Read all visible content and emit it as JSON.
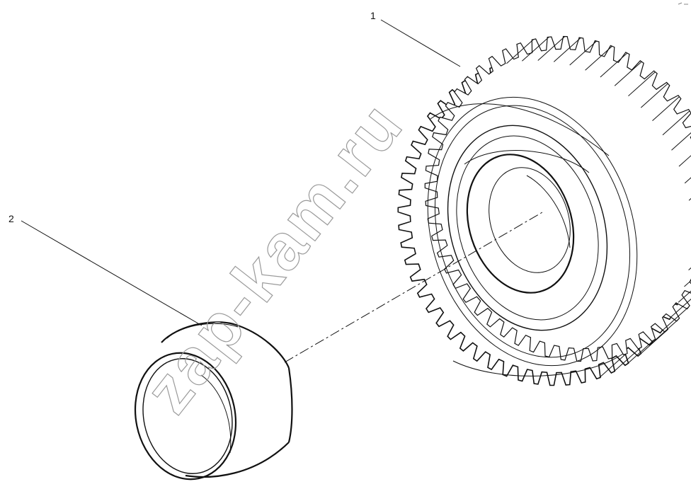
{
  "callouts": {
    "part1_label": "1",
    "part2_label": "2"
  },
  "parts": [
    {
      "number": "1",
      "kind": "gear-icon"
    },
    {
      "number": "2",
      "kind": "bushing-icon"
    }
  ],
  "watermark": {
    "text": "zap-kam.ru"
  },
  "colors": {
    "line": "#111111",
    "watermark": "#9a9a9a",
    "background": "#ffffff"
  }
}
